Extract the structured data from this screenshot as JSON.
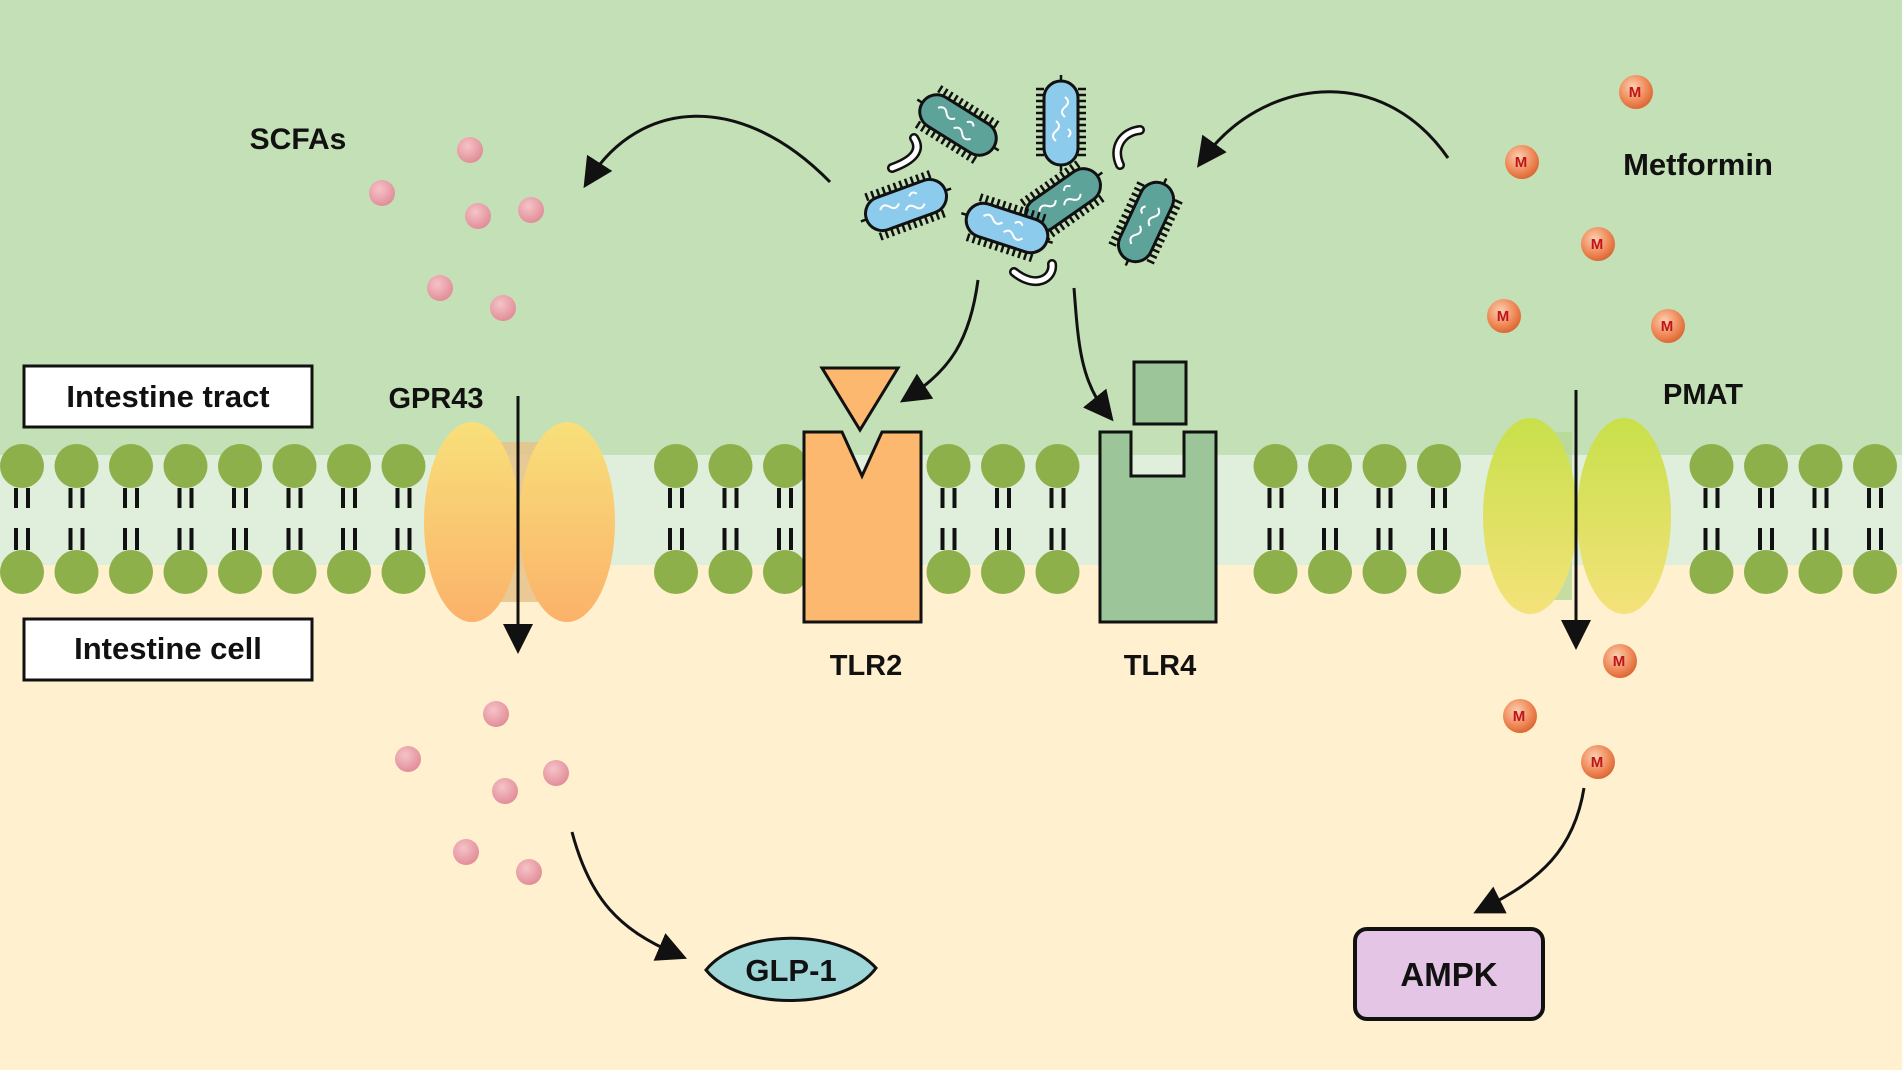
{
  "regions": {
    "upper_label": "Intestine tract",
    "lower_label": "Intestine cell"
  },
  "molecules": {
    "scfas": "SCFAs",
    "metformin": "Metformin",
    "metformin_badge": "M"
  },
  "receptors": {
    "gpr43": "GPR43",
    "tlr2": "TLR2",
    "tlr4": "TLR4",
    "pmat": "PMAT"
  },
  "targets": {
    "glp1": "GLP-1",
    "ampk": "AMPK"
  },
  "colors": {
    "lumen": "#c4e0b6",
    "cytoplasm": "#fff1cf",
    "lipid_head": "#8db04b",
    "gpr43": "#f7c76b",
    "tlr2": "#fdb870",
    "tlr4": "#9cc59a",
    "pmat": "#d2e34e",
    "scfa_dot": "#e99aa3",
    "metformin_dot": "#ee7b4f",
    "glp1": "#9fd6d8",
    "ampk": "#e4c5e6",
    "bacteria_teal": "#5ea39a",
    "bacteria_blue": "#8ccbeb"
  }
}
